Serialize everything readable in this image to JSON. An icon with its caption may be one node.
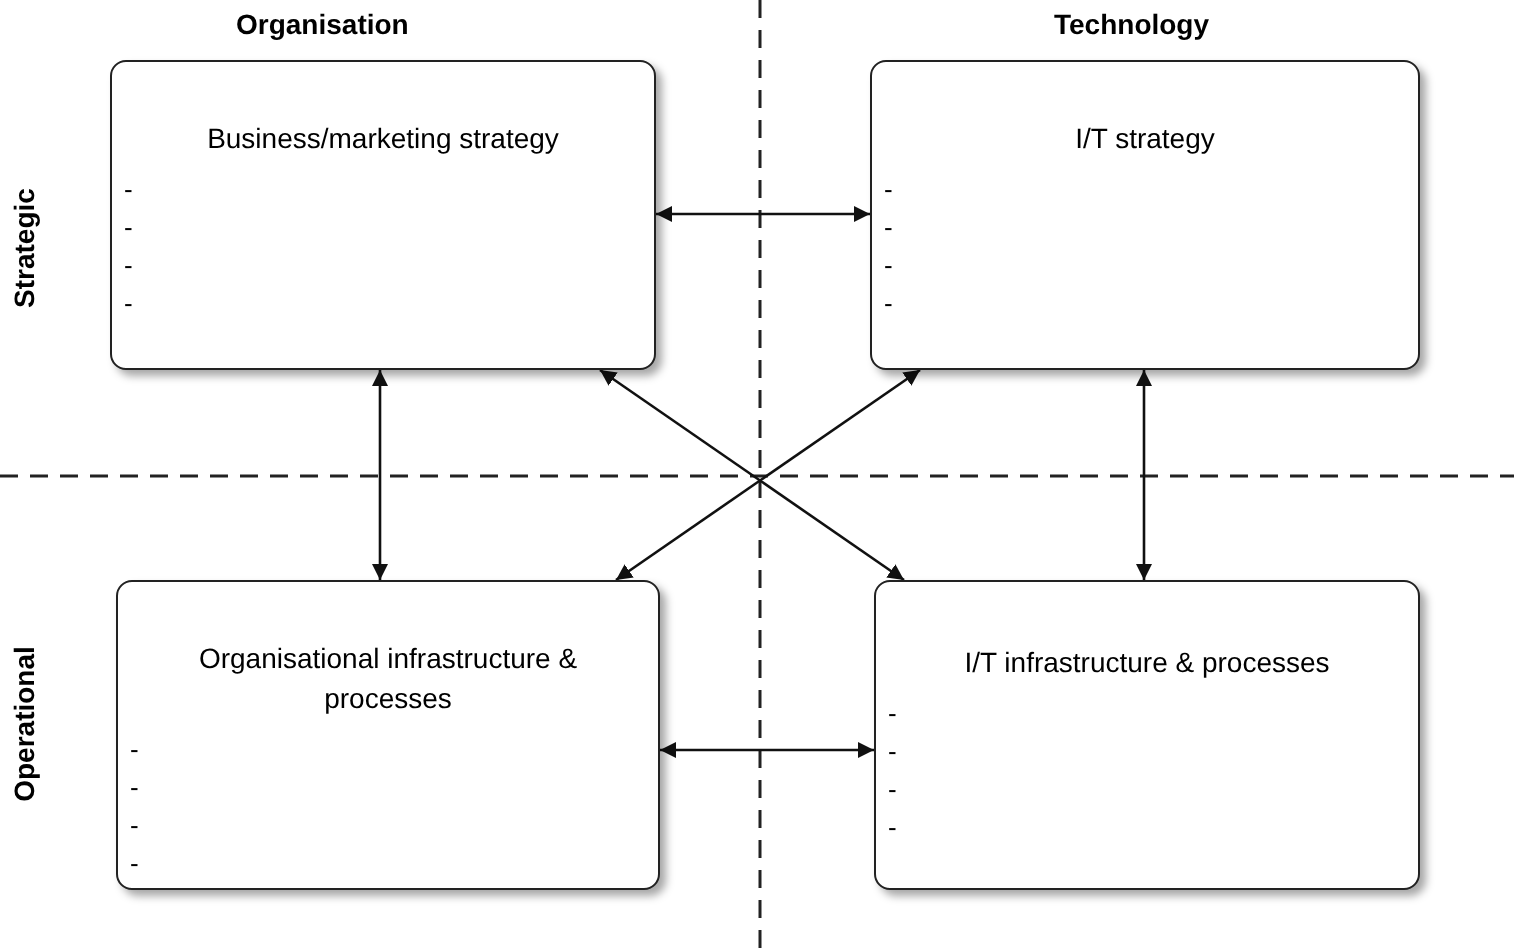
{
  "diagram": {
    "nodes": [
      {
        "text": [
          "Business/marketing strategy",
          "-",
          "-",
          "-",
          "-"
        ]
      },
      {
        "text": [
          "I/T strategy",
          "-",
          "-",
          "-",
          "-"
        ]
      },
      {
        "text": [
          "Organisational infrastructure & processes",
          "-",
          "-",
          "-",
          "-"
        ]
      },
      {
        "text": [
          "I/T infrastructure & processes",
          "-",
          "-",
          "-",
          "-"
        ]
      }
    ],
    "edges": [
      {
        "from": 0,
        "to": 1,
        "arrow": "both"
      },
      {
        "from": 0,
        "to": 2,
        "arrow": "both"
      },
      {
        "from": 1,
        "to": 3,
        "arrow": "both"
      },
      {
        "from": 0,
        "to": 3,
        "arrow": "both"
      },
      {
        "from": 1,
        "to": 2,
        "arrow": "both"
      },
      {
        "from": 2,
        "to": 3,
        "arrow": "both"
      }
    ],
    "labels": [
      "Organisation",
      "Technology",
      "Strategic",
      "Operational"
    ]
  }
}
